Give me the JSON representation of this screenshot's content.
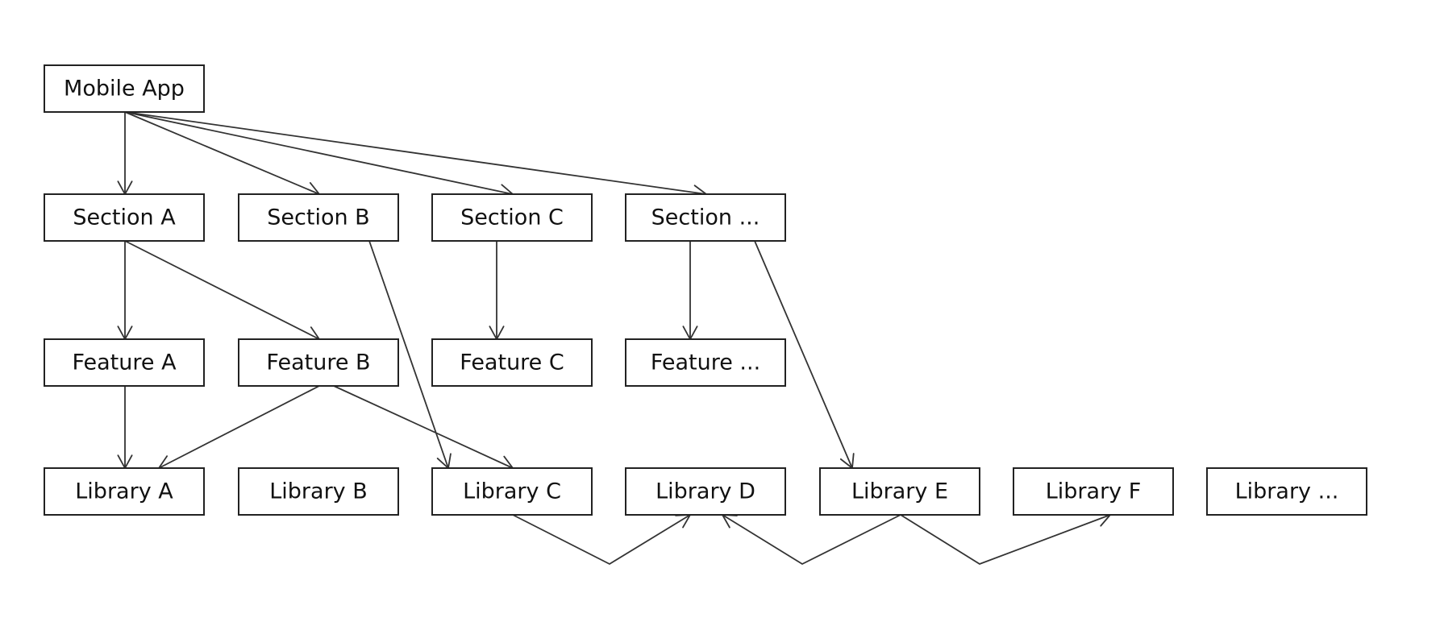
{
  "diagram": {
    "nodes": [
      {
        "id": "mobile_app",
        "label": "Mobile App"
      },
      {
        "id": "section_a",
        "label": "Section A"
      },
      {
        "id": "section_b",
        "label": "Section B"
      },
      {
        "id": "section_c",
        "label": "Section C"
      },
      {
        "id": "section_more",
        "label": "Section ..."
      },
      {
        "id": "feature_a",
        "label": "Feature A"
      },
      {
        "id": "feature_b",
        "label": "Feature B"
      },
      {
        "id": "feature_c",
        "label": "Feature C"
      },
      {
        "id": "feature_more",
        "label": "Feature ..."
      },
      {
        "id": "library_a",
        "label": "Library A"
      },
      {
        "id": "library_b",
        "label": "Library B"
      },
      {
        "id": "library_c",
        "label": "Library C"
      },
      {
        "id": "library_d",
        "label": "Library D"
      },
      {
        "id": "library_e",
        "label": "Library E"
      },
      {
        "id": "library_f",
        "label": "Library F"
      },
      {
        "id": "library_more",
        "label": "Library ..."
      }
    ],
    "edges": [
      {
        "from": "mobile_app",
        "to": "section_a"
      },
      {
        "from": "mobile_app",
        "to": "section_b"
      },
      {
        "from": "mobile_app",
        "to": "section_c"
      },
      {
        "from": "mobile_app",
        "to": "section_more"
      },
      {
        "from": "section_a",
        "to": "feature_a"
      },
      {
        "from": "section_a",
        "to": "feature_b"
      },
      {
        "from": "section_b",
        "to": "library_c"
      },
      {
        "from": "section_c",
        "to": "feature_c"
      },
      {
        "from": "section_more",
        "to": "feature_more"
      },
      {
        "from": "section_more",
        "to": "library_e"
      },
      {
        "from": "feature_a",
        "to": "library_a"
      },
      {
        "from": "feature_b",
        "to": "library_a"
      },
      {
        "from": "feature_b",
        "to": "library_c"
      },
      {
        "from": "library_c",
        "to": "library_d"
      },
      {
        "from": "library_e",
        "to": "library_d"
      },
      {
        "from": "library_e",
        "to": "library_f"
      }
    ]
  }
}
